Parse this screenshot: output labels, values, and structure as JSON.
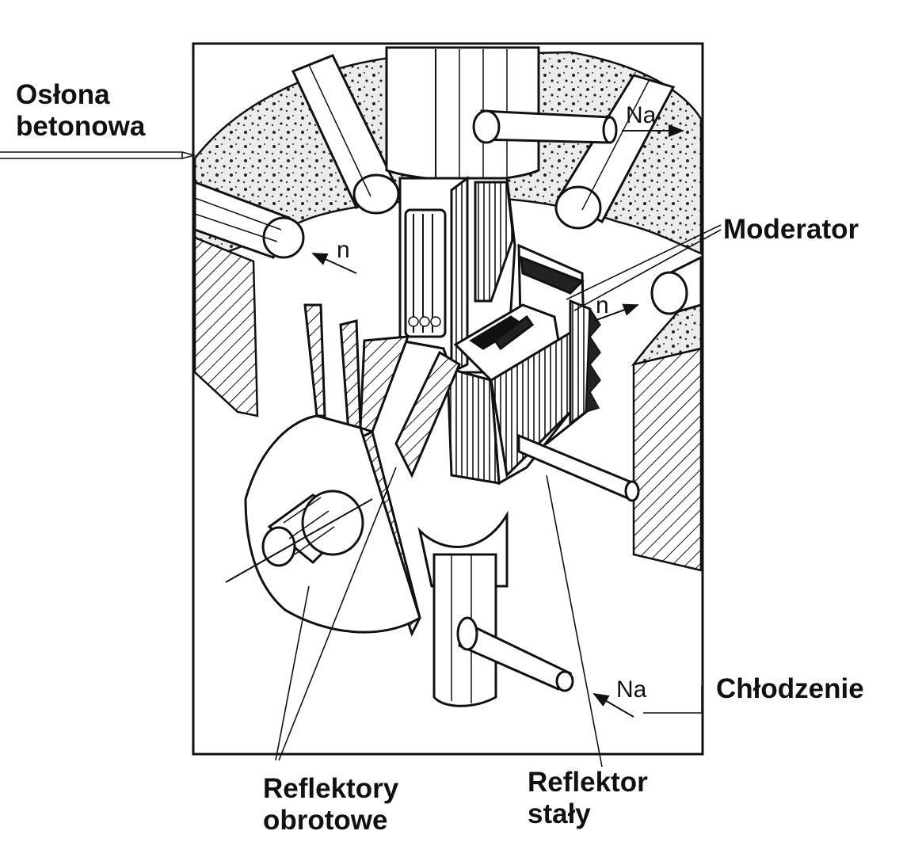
{
  "labels": {
    "oslona_line1": "Osłona",
    "oslona_line2": "betonowa",
    "moderator": "Moderator",
    "chlodzenie": "Chłodzenie",
    "refl_obrot_line1": "Reflektory",
    "refl_obrot_line2": "obrotowe",
    "refl_staly_line1": "Reflektor",
    "refl_staly_line2": "stały"
  },
  "inner_labels": {
    "na_outlet": "Na",
    "na_inlet": "Na",
    "neutron_left": "n",
    "neutron_right": "n"
  },
  "colors": {
    "ink": "#111111",
    "paper": "#ffffff",
    "concrete": "#e9e9e9"
  }
}
